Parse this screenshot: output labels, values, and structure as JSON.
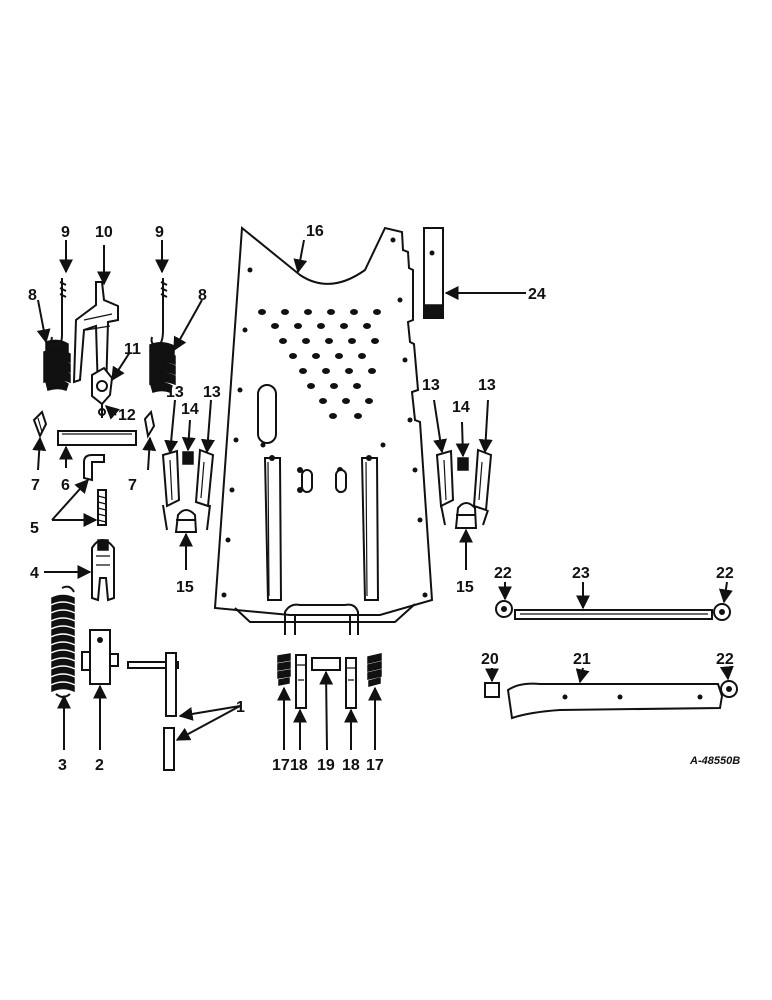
{
  "callouts": {
    "c1": "1",
    "c2": "2",
    "c3": "3",
    "c4": "4",
    "c5": "5",
    "c6": "6",
    "c7a": "7",
    "c7b": "7",
    "c8a": "8",
    "c8b": "8",
    "c9a": "9",
    "c9b": "9",
    "c10": "10",
    "c11": "11",
    "c12": "12",
    "c13a": "13",
    "c13b": "13",
    "c13c": "13",
    "c13d": "13",
    "c14a": "14",
    "c14b": "14",
    "c15a": "15",
    "c15b": "15",
    "c16": "16",
    "c17a": "17",
    "c17b": "17",
    "c18a": "18",
    "c18b": "18",
    "c19": "19",
    "c20": "20",
    "c21": "21",
    "c22a": "22",
    "c22b": "22",
    "c22c": "22",
    "c23": "23",
    "c24": "24"
  },
  "drawing_code": "A-48550B"
}
